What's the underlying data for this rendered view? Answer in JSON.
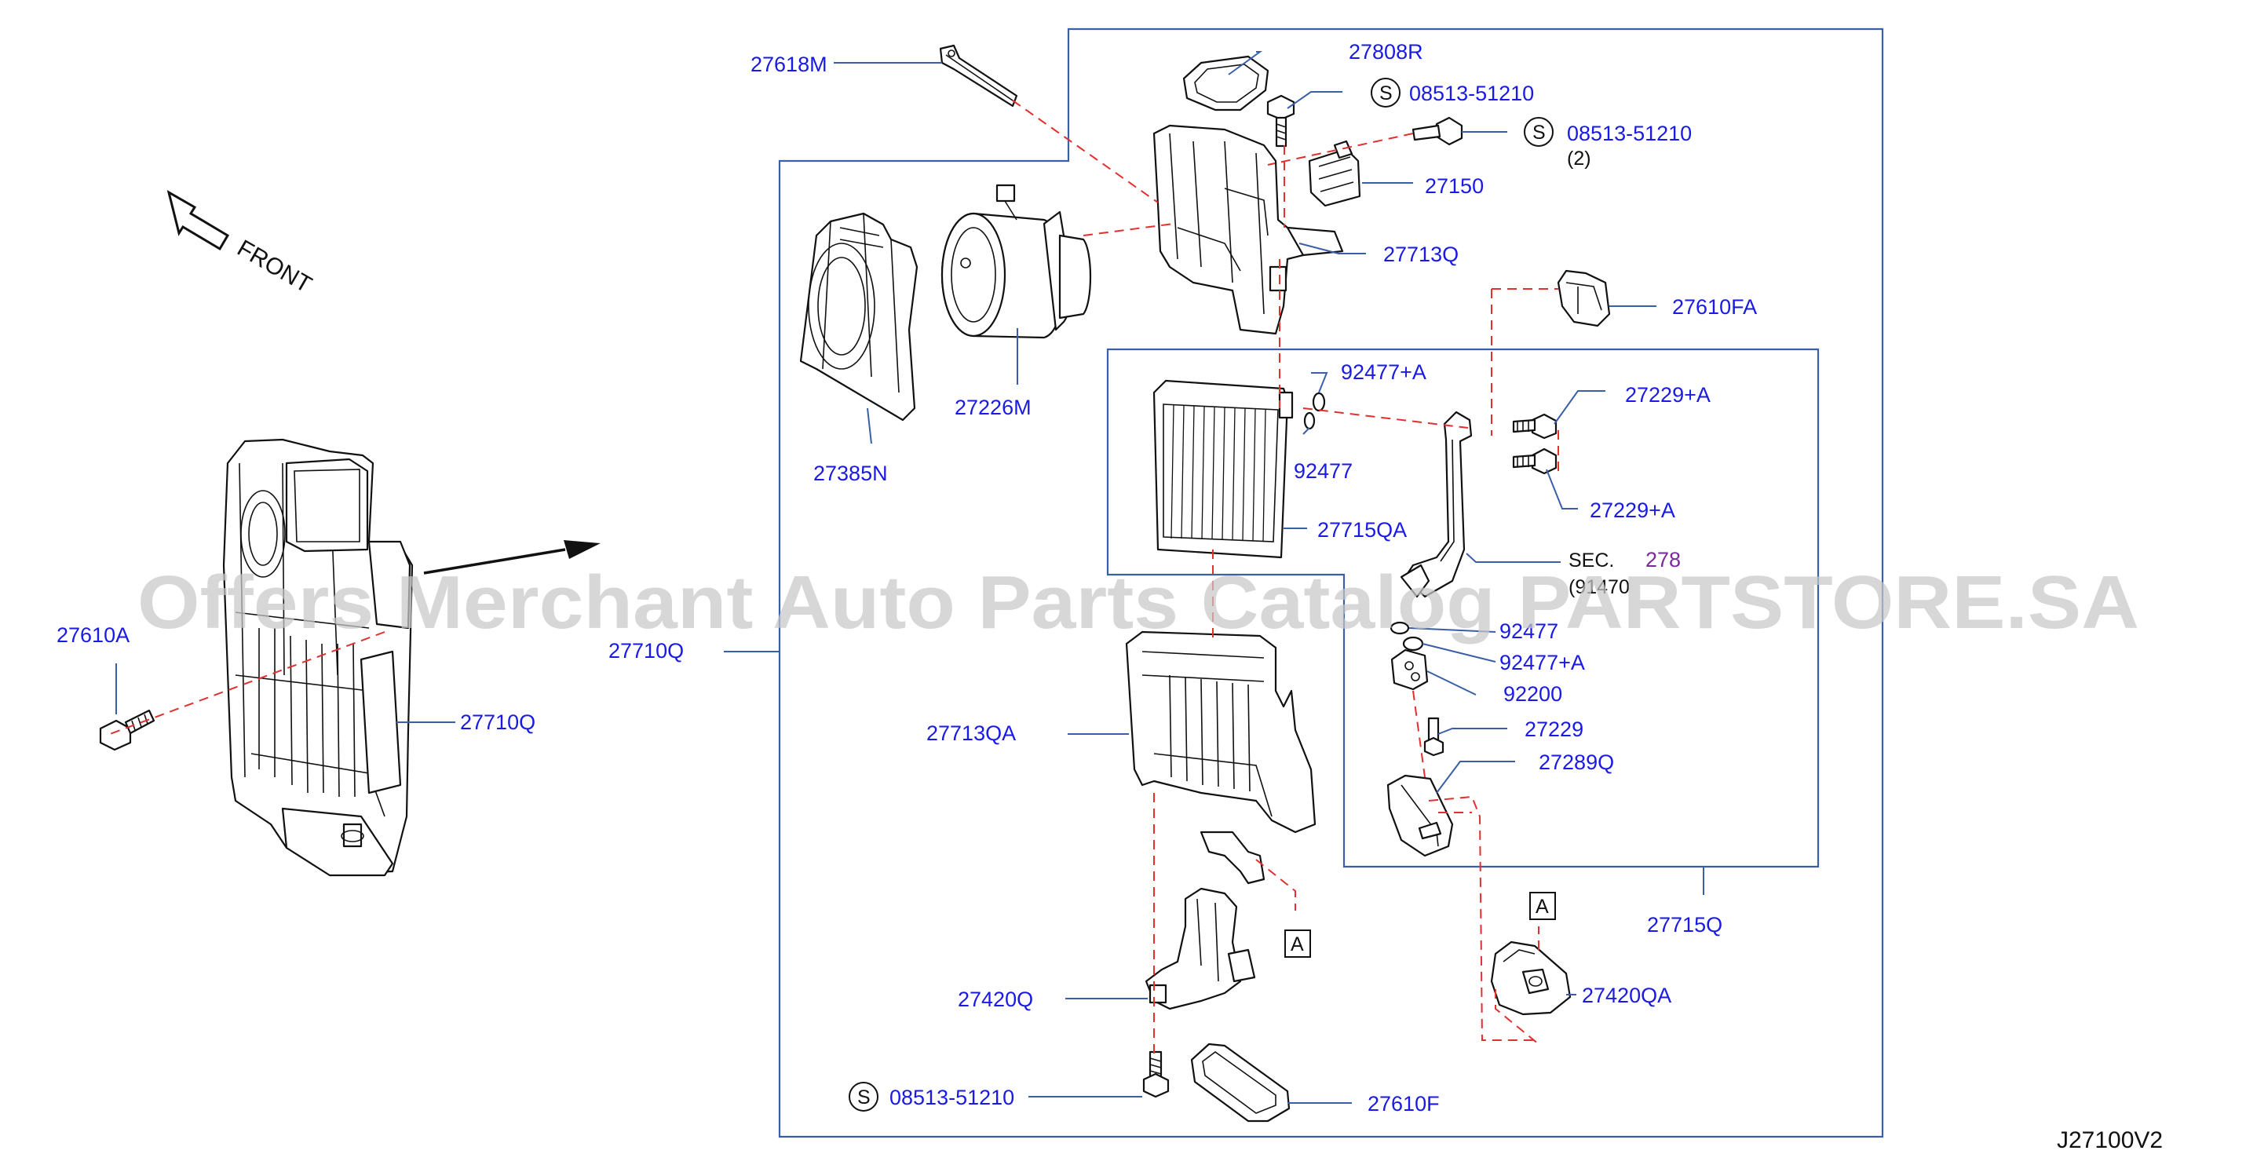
{
  "diagram": {
    "front_label": "FRONT",
    "diagram_code": "J27100V2",
    "watermark": "Offers Merchant Auto Parts Catalog PARTSTORE.SA",
    "sec_ref": {
      "prefix": "SEC.",
      "number": "278",
      "sub": "(91470"
    },
    "screw_symbol": "S",
    "ref_marker": "A",
    "quantity_note": "(2)",
    "parts": {
      "p27618M": "27618M",
      "p27808R": "27808R",
      "p08513_top": "08513-51210",
      "p08513_mid": "08513-51210",
      "p27150": "27150",
      "p27713Q": "27713Q",
      "p27610FA": "27610FA",
      "p27226M": "27226M",
      "p27385N": "27385N",
      "p92477A_top": "92477+A",
      "p92477_top": "92477",
      "p27229A_top": "27229+A",
      "p27229A_bot": "27229+A",
      "p27715QA": "27715QA",
      "p92477_mid": "92477",
      "p92477A_mid": "92477+A",
      "p92200": "92200",
      "p27229": "27229",
      "p27289Q": "27289Q",
      "p27610A": "27610A",
      "p27710Q_left": "27710Q",
      "p27710Q_main": "27710Q",
      "p27713QA": "27713QA",
      "p27715Q": "27715Q",
      "p27420Q": "27420Q",
      "p27420QA": "27420QA",
      "p08513_bot": "08513-51210",
      "p27610F": "27610F"
    }
  }
}
